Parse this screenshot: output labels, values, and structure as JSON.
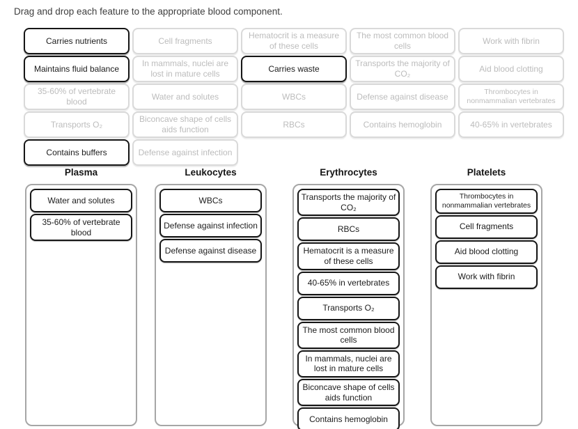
{
  "instruction": "Drag and drop each feature to the appropriate blood component.",
  "colors": {
    "active_card_border": "#161616",
    "active_card_text": "#1c1c1c",
    "used_card_border": "#d9d9d9",
    "used_card_text": "#bcbcbc",
    "zone_border": "#a6a6a6",
    "instruction_text": "#3e3e3e"
  },
  "pool": {
    "columns": 5,
    "items": [
      {
        "label": "Carries nutrients",
        "state": "active"
      },
      {
        "label": "Cell fragments",
        "state": "used"
      },
      {
        "label": "Hematocrit is a measure of these cells",
        "state": "used"
      },
      {
        "label": "The most common blood cells",
        "state": "used"
      },
      {
        "label": "Work with fibrin",
        "state": "used"
      },
      {
        "label": "Maintains fluid balance",
        "state": "active"
      },
      {
        "label": "In mammals, nuclei are lost in mature cells",
        "state": "used"
      },
      {
        "label": "Carries waste",
        "state": "active"
      },
      {
        "label": "Transports the majority of CO₂",
        "state": "used"
      },
      {
        "label": "Aid blood clotting",
        "state": "used"
      },
      {
        "label": "35-60% of vertebrate blood",
        "state": "used"
      },
      {
        "label": "Water and solutes",
        "state": "used"
      },
      {
        "label": "WBCs",
        "state": "used"
      },
      {
        "label": "Defense against disease",
        "state": "used"
      },
      {
        "label": "Thrombocytes in nonmammalian vertebrates",
        "state": "used",
        "small": true
      },
      {
        "label": "Transports O₂",
        "state": "used"
      },
      {
        "label": "Biconcave shape of cells aids function",
        "state": "used"
      },
      {
        "label": "RBCs",
        "state": "used"
      },
      {
        "label": "Contains hemoglobin",
        "state": "used"
      },
      {
        "label": "40-65% in vertebrates",
        "state": "used"
      },
      {
        "label": "Contains buffers",
        "state": "active"
      },
      {
        "label": "Defense against infection",
        "state": "used"
      }
    ]
  },
  "bins": [
    {
      "title": "Plasma",
      "items": [
        {
          "label": "Water and solutes"
        },
        {
          "label": "35-60% of vertebrate blood"
        }
      ]
    },
    {
      "title": "Leukocytes",
      "items": [
        {
          "label": "WBCs"
        },
        {
          "label": "Defense against infection"
        },
        {
          "label": "Defense against disease"
        }
      ]
    },
    {
      "title": "Erythrocytes",
      "items": [
        {
          "label": "Transports the majority of CO₂"
        },
        {
          "label": "RBCs"
        },
        {
          "label": "Hematocrit is a measure of these cells"
        },
        {
          "label": "40-65% in vertebrates"
        },
        {
          "label": "Transports O₂"
        },
        {
          "label": "The most common blood cells"
        },
        {
          "label": "In mammals, nuclei are lost in mature cells"
        },
        {
          "label": "Biconcave shape of cells aids function"
        },
        {
          "label": "Contains hemoglobin"
        }
      ]
    },
    {
      "title": "Platelets",
      "items": [
        {
          "label": "Thrombocytes in nonmammalian vertebrates",
          "small": true
        },
        {
          "label": "Cell fragments"
        },
        {
          "label": "Aid blood clotting"
        },
        {
          "label": "Work with fibrin"
        }
      ]
    }
  ]
}
